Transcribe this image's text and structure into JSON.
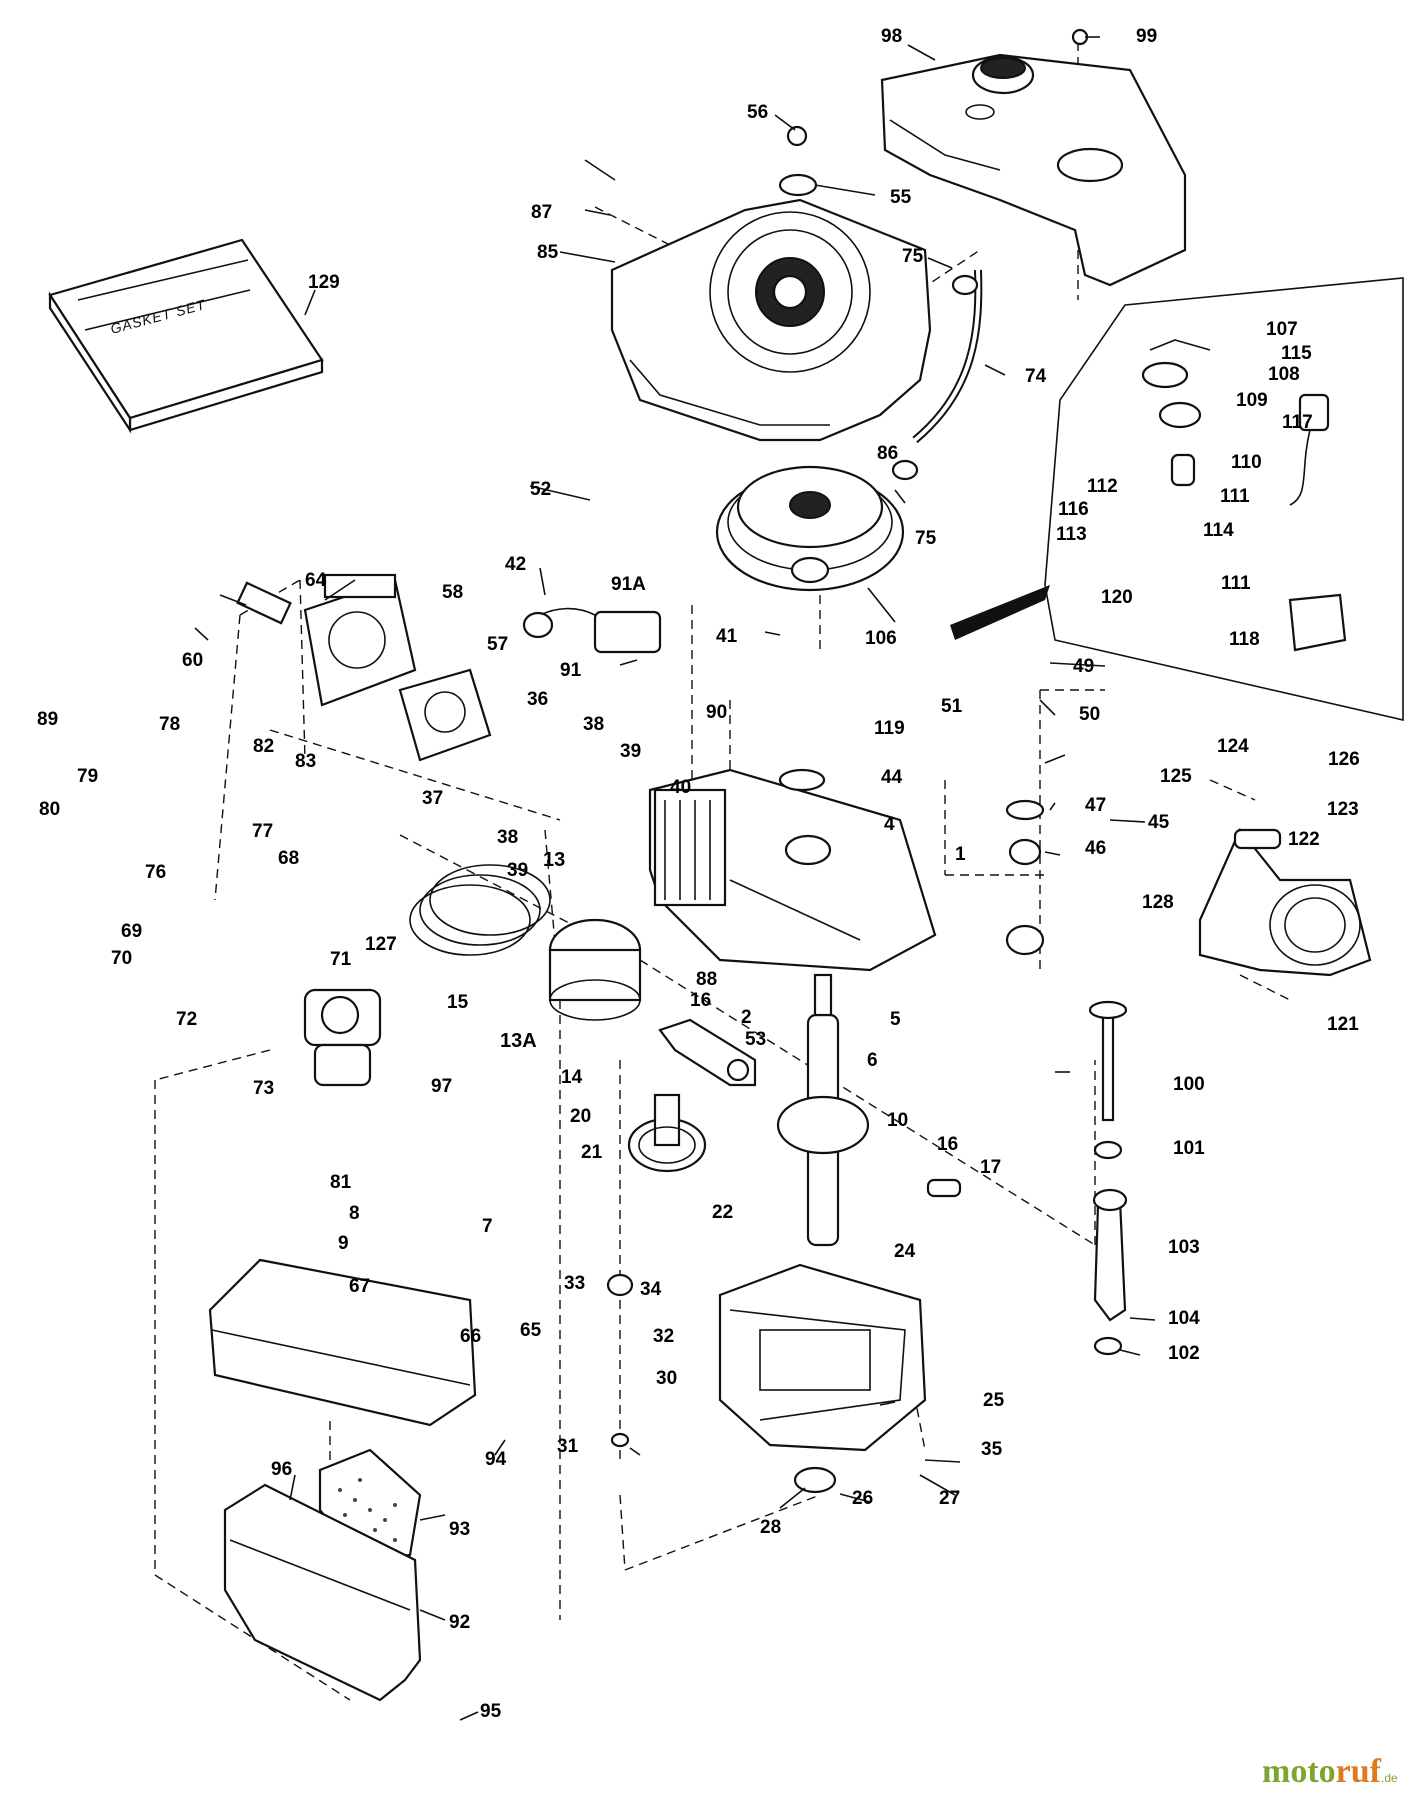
{
  "gasket_set_label": "GASKET SET",
  "watermark": {
    "part1": "moto",
    "part2": "ruf",
    "suffix": ".de",
    "color_green": "#7fa531",
    "color_orange": "#e07a1f"
  },
  "callouts": [
    {
      "id": "c98",
      "label": "98"
    },
    {
      "id": "c99",
      "label": "99"
    },
    {
      "id": "c56",
      "label": "56"
    },
    {
      "id": "c55",
      "label": "55"
    },
    {
      "id": "c87",
      "label": "87"
    },
    {
      "id": "c85",
      "label": "85"
    },
    {
      "id": "c75a",
      "label": "75"
    },
    {
      "id": "c129",
      "label": "129"
    },
    {
      "id": "c74",
      "label": "74"
    },
    {
      "id": "c107",
      "label": "107"
    },
    {
      "id": "c115",
      "label": "115"
    },
    {
      "id": "c108",
      "label": "108"
    },
    {
      "id": "c109",
      "label": "109"
    },
    {
      "id": "c117",
      "label": "117"
    },
    {
      "id": "c86",
      "label": "86"
    },
    {
      "id": "c110",
      "label": "110"
    },
    {
      "id": "c52",
      "label": "52"
    },
    {
      "id": "c75b",
      "label": "75"
    },
    {
      "id": "c112",
      "label": "112"
    },
    {
      "id": "c111a",
      "label": "111"
    },
    {
      "id": "c116",
      "label": "116"
    },
    {
      "id": "c113",
      "label": "113"
    },
    {
      "id": "c114",
      "label": "114"
    },
    {
      "id": "c42",
      "label": "42"
    },
    {
      "id": "c64",
      "label": "64"
    },
    {
      "id": "c91a",
      "label": "91A"
    },
    {
      "id": "c58",
      "label": "58"
    },
    {
      "id": "c111b",
      "label": "111"
    },
    {
      "id": "c120",
      "label": "120"
    },
    {
      "id": "c118",
      "label": "118"
    },
    {
      "id": "c106",
      "label": "106"
    },
    {
      "id": "c41",
      "label": "41"
    },
    {
      "id": "c60",
      "label": "60"
    },
    {
      "id": "c91",
      "label": "91"
    },
    {
      "id": "c57",
      "label": "57"
    },
    {
      "id": "c49",
      "label": "49"
    },
    {
      "id": "c36",
      "label": "36"
    },
    {
      "id": "c51",
      "label": "51"
    },
    {
      "id": "c50",
      "label": "50"
    },
    {
      "id": "c89",
      "label": "89"
    },
    {
      "id": "c82",
      "label": "82"
    },
    {
      "id": "c90",
      "label": "90"
    },
    {
      "id": "c119",
      "label": "119"
    },
    {
      "id": "c78",
      "label": "78"
    },
    {
      "id": "c38a",
      "label": "38"
    },
    {
      "id": "c126",
      "label": "126"
    },
    {
      "id": "c83",
      "label": "83"
    },
    {
      "id": "c39a",
      "label": "39"
    },
    {
      "id": "c124",
      "label": "124"
    },
    {
      "id": "c44",
      "label": "44"
    },
    {
      "id": "c79",
      "label": "79"
    },
    {
      "id": "c125",
      "label": "125"
    },
    {
      "id": "c37",
      "label": "37"
    },
    {
      "id": "c40",
      "label": "40"
    },
    {
      "id": "c47",
      "label": "47"
    },
    {
      "id": "c123",
      "label": "123"
    },
    {
      "id": "c80",
      "label": "80"
    },
    {
      "id": "c4",
      "label": "4"
    },
    {
      "id": "c45",
      "label": "45"
    },
    {
      "id": "c77",
      "label": "77"
    },
    {
      "id": "c38b",
      "label": "38"
    },
    {
      "id": "c122",
      "label": "122"
    },
    {
      "id": "c68",
      "label": "68"
    },
    {
      "id": "c39b",
      "label": "39"
    },
    {
      "id": "c46",
      "label": "46"
    },
    {
      "id": "c13",
      "label": "13"
    },
    {
      "id": "c1",
      "label": "1"
    },
    {
      "id": "c76",
      "label": "76"
    },
    {
      "id": "c128",
      "label": "128"
    },
    {
      "id": "c69",
      "label": "69"
    },
    {
      "id": "c127",
      "label": "127"
    },
    {
      "id": "c71",
      "label": "71"
    },
    {
      "id": "c88",
      "label": "88"
    },
    {
      "id": "c70",
      "label": "70"
    },
    {
      "id": "c15",
      "label": "15"
    },
    {
      "id": "c2",
      "label": "2"
    },
    {
      "id": "c16a",
      "label": "16"
    },
    {
      "id": "c72",
      "label": "72"
    },
    {
      "id": "c5",
      "label": "5"
    },
    {
      "id": "c121",
      "label": "121"
    },
    {
      "id": "c13a",
      "label": "13A"
    },
    {
      "id": "c53",
      "label": "53"
    },
    {
      "id": "c6",
      "label": "6"
    },
    {
      "id": "c14",
      "label": "14"
    },
    {
      "id": "c100",
      "label": "100"
    },
    {
      "id": "c73",
      "label": "73"
    },
    {
      "id": "c97",
      "label": "97"
    },
    {
      "id": "c20",
      "label": "20"
    },
    {
      "id": "c10",
      "label": "10"
    },
    {
      "id": "c101",
      "label": "101"
    },
    {
      "id": "c21",
      "label": "21"
    },
    {
      "id": "c16b",
      "label": "16"
    },
    {
      "id": "c81",
      "label": "81"
    },
    {
      "id": "c17",
      "label": "17"
    },
    {
      "id": "c8",
      "label": "8"
    },
    {
      "id": "c22",
      "label": "22"
    },
    {
      "id": "c7",
      "label": "7"
    },
    {
      "id": "c9",
      "label": "9"
    },
    {
      "id": "c103",
      "label": "103"
    },
    {
      "id": "c24",
      "label": "24"
    },
    {
      "id": "c67",
      "label": "67"
    },
    {
      "id": "c33",
      "label": "33"
    },
    {
      "id": "c34",
      "label": "34"
    },
    {
      "id": "c104",
      "label": "104"
    },
    {
      "id": "c66",
      "label": "66"
    },
    {
      "id": "c65",
      "label": "65"
    },
    {
      "id": "c32",
      "label": "32"
    },
    {
      "id": "c102",
      "label": "102"
    },
    {
      "id": "c30",
      "label": "30"
    },
    {
      "id": "c25",
      "label": "25"
    },
    {
      "id": "c94",
      "label": "94"
    },
    {
      "id": "c31",
      "label": "31"
    },
    {
      "id": "c35",
      "label": "35"
    },
    {
      "id": "c96",
      "label": "96"
    },
    {
      "id": "c26",
      "label": "26"
    },
    {
      "id": "c27",
      "label": "27"
    },
    {
      "id": "c28",
      "label": "28"
    },
    {
      "id": "c93",
      "label": "93"
    },
    {
      "id": "c92",
      "label": "92"
    },
    {
      "id": "c95",
      "label": "95"
    }
  ]
}
